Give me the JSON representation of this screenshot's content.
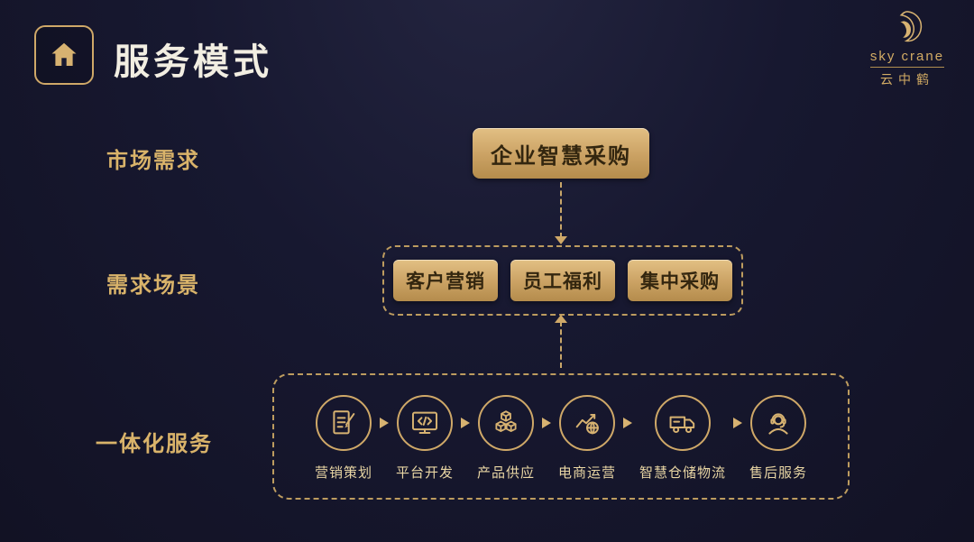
{
  "page": {
    "title": "服务模式"
  },
  "brand": {
    "name": "sky crane",
    "cn": "云中鹤"
  },
  "rows": {
    "market_demand": "市场需求",
    "demand_scenarios": "需求场景",
    "integrated_service": "一体化服务"
  },
  "procurement_box": {
    "label": "企业智慧采购"
  },
  "scenes": {
    "items": [
      {
        "label": "客户营销"
      },
      {
        "label": "员工福利"
      },
      {
        "label": "集中采购"
      }
    ]
  },
  "services": {
    "items": [
      {
        "label": "营销策划",
        "icon": "document-pen-icon"
      },
      {
        "label": "平台开发",
        "icon": "monitor-code-icon"
      },
      {
        "label": "产品供应",
        "icon": "cubes-icon"
      },
      {
        "label": "电商运营",
        "icon": "chart-globe-icon"
      },
      {
        "label": "智慧仓储物流",
        "icon": "truck-icon"
      },
      {
        "label": "售后服务",
        "icon": "headset-person-icon"
      }
    ]
  },
  "colors": {
    "accent_gold": "#cfa868",
    "background": "#171830",
    "box_text": "#33260f"
  }
}
